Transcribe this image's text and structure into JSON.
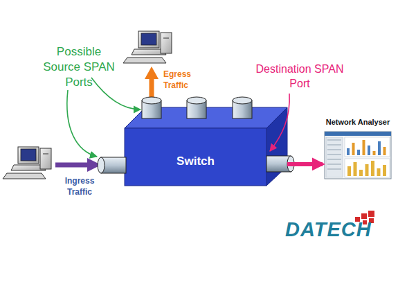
{
  "diagram": {
    "nodes": [
      {
        "text": [
          "Switch"
        ]
      },
      {
        "text": [
          "Network Analyser"
        ]
      }
    ],
    "edges": [
      {
        "from": 0,
        "to": 1,
        "arrow": "to"
      }
    ],
    "labels": [
      "Possible Source SPAN Ports",
      "Egress Traffic",
      "Destination SPAN Port",
      "Ingress Traffic",
      "DATECH"
    ]
  }
}
